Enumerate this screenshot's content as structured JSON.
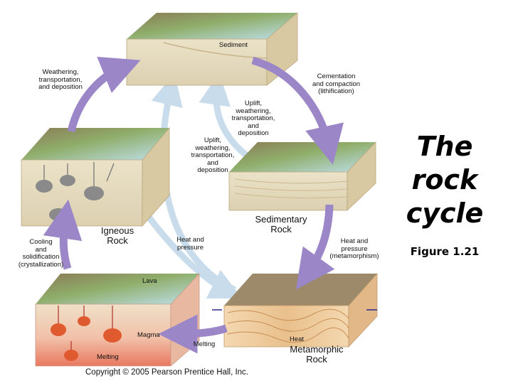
{
  "title": "The\nrock\ncycle",
  "figure_label": "Figure 1.21",
  "copyright": "Copyright © 2005 Pearson Prentice Hall, Inc.",
  "labels": {
    "sediment": "Sediment",
    "weathering_left": "Weathering,\ntransportation,\nand deposition",
    "cementation": "Cementation\nand compaction\n(lithification)",
    "uplift_inner": "Uplift,\nweathering,\ntransportation,\nand\ndeposition",
    "uplift_outer": "Uplift,\nweathering,\ntransportation,\nand\ndeposition",
    "igneous_rock": "Igneous\nRock",
    "sedimentary_rock": "Sedimentary\nRock",
    "cooling": "Cooling\nand\nsolidification\n(crystallization)",
    "heat_pressure_center": "Heat and\npressure",
    "heat_pressure_right": "Heat and\npressure\n(metamorphism)",
    "lava": "Lava",
    "magma": "Magma",
    "melting_arrow": "Melting",
    "melting_bottom": "Melting",
    "heat": "Heat",
    "metamorphic_rock": "Metamorphic\nRock"
  },
  "colors": {
    "cycle_arrow": "#9b86c8",
    "inner_arrow": "#c8dcec",
    "block_side": "#e8dcc0",
    "water": "#bfe0ec",
    "land": "#8fae6b"
  }
}
